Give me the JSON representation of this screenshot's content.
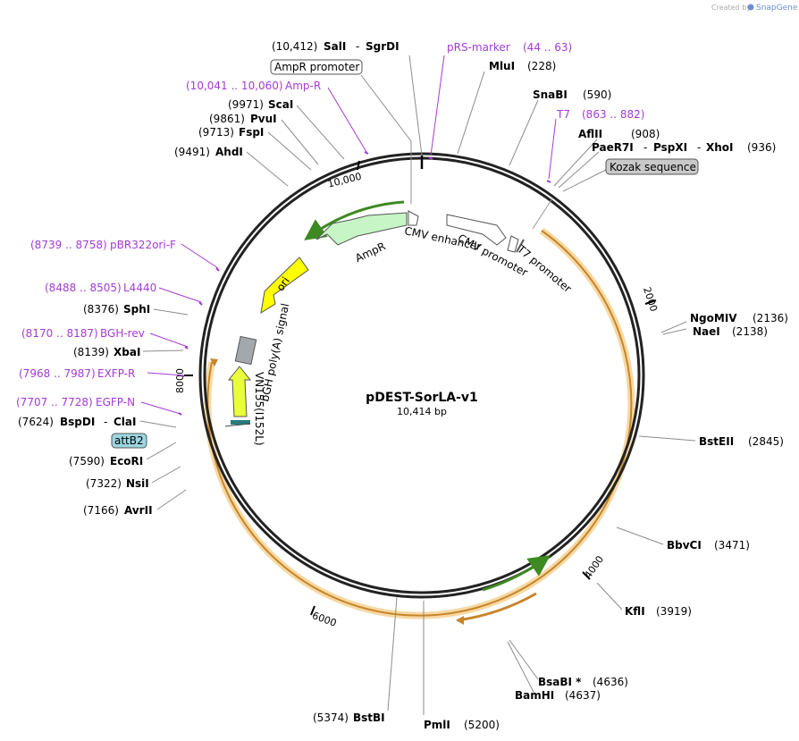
{
  "credit": {
    "prefix": "Created by",
    "brand": "SnapGene"
  },
  "plasmid": {
    "name": "pDEST-SorLA-v1",
    "length": "10,414 bp"
  },
  "ticks": [
    "10,000",
    "2000",
    "4000",
    "6000",
    "8000"
  ],
  "sites": [
    {
      "id": "sali",
      "pos": "(10,412)",
      "name": "SalI",
      "sep": "-",
      "name2": "SgrDI"
    },
    {
      "id": "mlui",
      "pos": "(228)",
      "name": "MluI"
    },
    {
      "id": "snabi",
      "pos": "(590)",
      "name": "SnaBI"
    },
    {
      "id": "aflii",
      "pos": "(908)",
      "name": "AflII"
    },
    {
      "id": "paer7i",
      "pos": "(936)",
      "name": "PaeR7I",
      "sep": "-",
      "name2": "PspXI",
      "sep2": "-",
      "name3": "XhoI"
    },
    {
      "id": "ngomiv",
      "pos": "(2136)",
      "name": "NgoMIV"
    },
    {
      "id": "naei",
      "pos": "(2138)",
      "name": "NaeI"
    },
    {
      "id": "bsteii",
      "pos": "(2845)",
      "name": "BstEII"
    },
    {
      "id": "bbvci",
      "pos": "(3471)",
      "name": "BbvCI"
    },
    {
      "id": "kfli",
      "pos": "(3919)",
      "name": "KflI"
    },
    {
      "id": "bsabi",
      "pos": "(4636)",
      "name": "BsaBI *"
    },
    {
      "id": "bamhi",
      "pos": "(4637)",
      "name": "BamHI"
    },
    {
      "id": "pmli",
      "pos": "(5200)",
      "name": "PmlI"
    },
    {
      "id": "bstbi",
      "pos": "(5374)",
      "name": "BstBI"
    },
    {
      "id": "avrii",
      "pos": "(7166)",
      "name": "AvrII"
    },
    {
      "id": "nsii",
      "pos": "(7322)",
      "name": "NsiI"
    },
    {
      "id": "ecori",
      "pos": "(7590)",
      "name": "EcoRI"
    },
    {
      "id": "bspdi",
      "pos": "(7624)",
      "name": "BspDI",
      "sep": "-",
      "name2": "ClaI"
    },
    {
      "id": "xbai",
      "pos": "(8139)",
      "name": "XbaI"
    },
    {
      "id": "sphi",
      "pos": "(8376)",
      "name": "SphI"
    },
    {
      "id": "ahdi",
      "pos": "(9491)",
      "name": "AhdI"
    },
    {
      "id": "fspi",
      "pos": "(9713)",
      "name": "FspI"
    },
    {
      "id": "pvui",
      "pos": "(9861)",
      "name": "PvuI"
    },
    {
      "id": "scai",
      "pos": "(9971)",
      "name": "ScaI"
    }
  ],
  "primers": [
    {
      "id": "prs",
      "name": "pRS-marker",
      "range": "(44 .. 63)"
    },
    {
      "id": "ampr-primer",
      "name": "Amp-R",
      "range": "(10,041 .. 10,060)"
    },
    {
      "id": "t7",
      "name": "T7",
      "range": "(863 .. 882)"
    },
    {
      "id": "pbr322",
      "name": "pBR322ori-F",
      "range": "(8739 .. 8758)"
    },
    {
      "id": "l4440",
      "name": "L4440",
      "range": "(8488 .. 8505)"
    },
    {
      "id": "bghrev",
      "name": "BGH-rev",
      "range": "(8170 .. 8187)"
    },
    {
      "id": "exfpr",
      "name": "EXFP-R",
      "range": "(7968 .. 7987)"
    },
    {
      "id": "egfpn",
      "name": "EGFP-N",
      "range": "(7707 .. 7728)"
    }
  ],
  "boxed_features": [
    {
      "id": "ampr-promoter",
      "label": "AmpR promoter",
      "fill": "#ffffff"
    },
    {
      "id": "kozak",
      "label": "Kozak sequence",
      "fill": "#c9c9c9"
    },
    {
      "id": "attb2",
      "label": "attB2",
      "fill": "#9dd6e0"
    }
  ],
  "features": {
    "ampr": "AmpR",
    "ori": "ori",
    "cmv_enhancer": "CMV enhancer",
    "cmv_promoter": "CMV promoter",
    "t7_promoter": "T7 promoter",
    "bgh": "bGH poly(A) signal",
    "vn155": "VN155(I152L)"
  },
  "colors": {
    "backbone": "#222222",
    "primer": "#a43bd6",
    "orf_highlight": "#f6d9a3",
    "orf_line": "#c8842a",
    "ampr_fill": "#c7f5c5",
    "ampr_arrow": "#3d8a22",
    "ori_fill": "#ffff00",
    "vn155_fill": "#e9ff3a",
    "bgh_fill": "#a3a8ad"
  }
}
